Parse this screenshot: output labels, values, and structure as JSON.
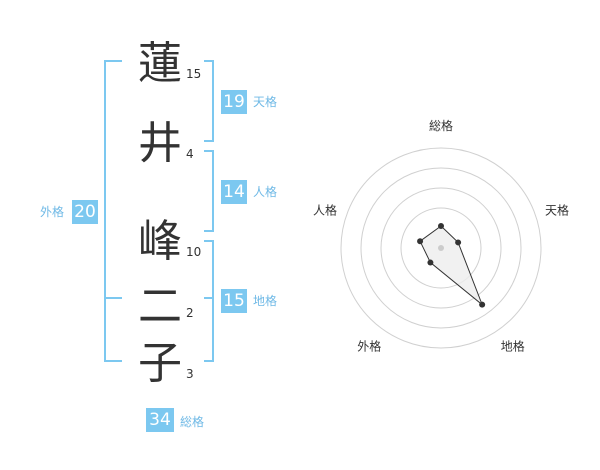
{
  "name": {
    "characters": [
      {
        "char": "蓮",
        "strokes": "15"
      },
      {
        "char": "井",
        "strokes": "4"
      },
      {
        "char": "峰",
        "strokes": "10"
      },
      {
        "char": "二",
        "strokes": "2"
      },
      {
        "char": "子",
        "strokes": "3"
      }
    ]
  },
  "fortune": {
    "tenkaku": {
      "value": "19",
      "label": "天格"
    },
    "jinkaku": {
      "value": "14",
      "label": "人格"
    },
    "chikaku": {
      "value": "15",
      "label": "地格"
    },
    "gaikaku": {
      "value": "20",
      "label": "外格"
    },
    "soukaku": {
      "value": "34",
      "label": "総格"
    }
  },
  "chart_data": {
    "type": "radar",
    "axes": [
      "総格",
      "天格",
      "地格",
      "外格",
      "人格"
    ],
    "values": [
      1.1,
      0.9,
      3.5,
      0.9,
      1.1
    ],
    "rmax": 5,
    "rings": 4,
    "colors": {
      "accent": "#7cc8f0",
      "line": "#333333",
      "fill": "#eeeeee",
      "ring": "#d0d0d0"
    }
  }
}
